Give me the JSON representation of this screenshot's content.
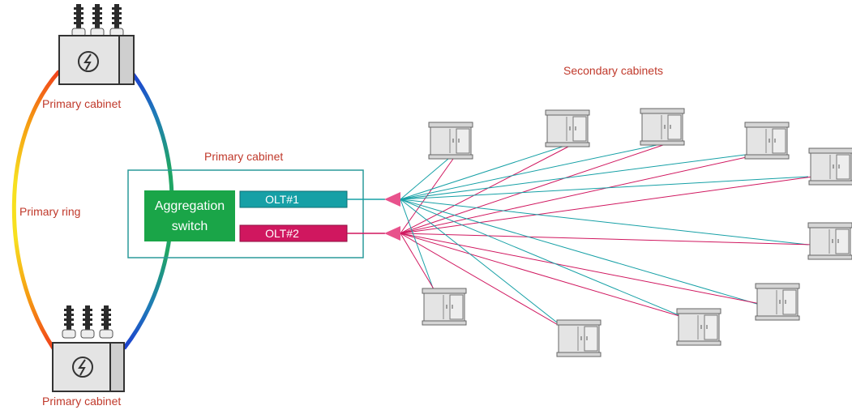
{
  "labels": {
    "primary_cabinet_top": "Primary cabinet",
    "primary_cabinet_bottom": "Primary cabinet",
    "primary_cabinet_mid": "Primary cabinet",
    "primary_ring": "Primary ring",
    "secondary_cabinets": "Secondary cabinets",
    "aggregation_line1": "Aggregation",
    "aggregation_line2": "switch",
    "olt1": "OLT#1",
    "olt2": "OLT#2"
  },
  "colors": {
    "label_red": "#c0392b",
    "aggregation_green": "#1aa548",
    "olt1_teal": "#16a0a6",
    "olt2_magenta": "#d0175f",
    "splitter_pink": "#e8528c",
    "box_border": "#2a9a9a",
    "cabinet_fill": "#e3e3e3",
    "cabinet_stroke": "#666666"
  },
  "icons": {
    "transformer": "power-transformer-icon",
    "cabinet": "cabinet-icon",
    "splitter": "optical-splitter-triangle-icon"
  }
}
